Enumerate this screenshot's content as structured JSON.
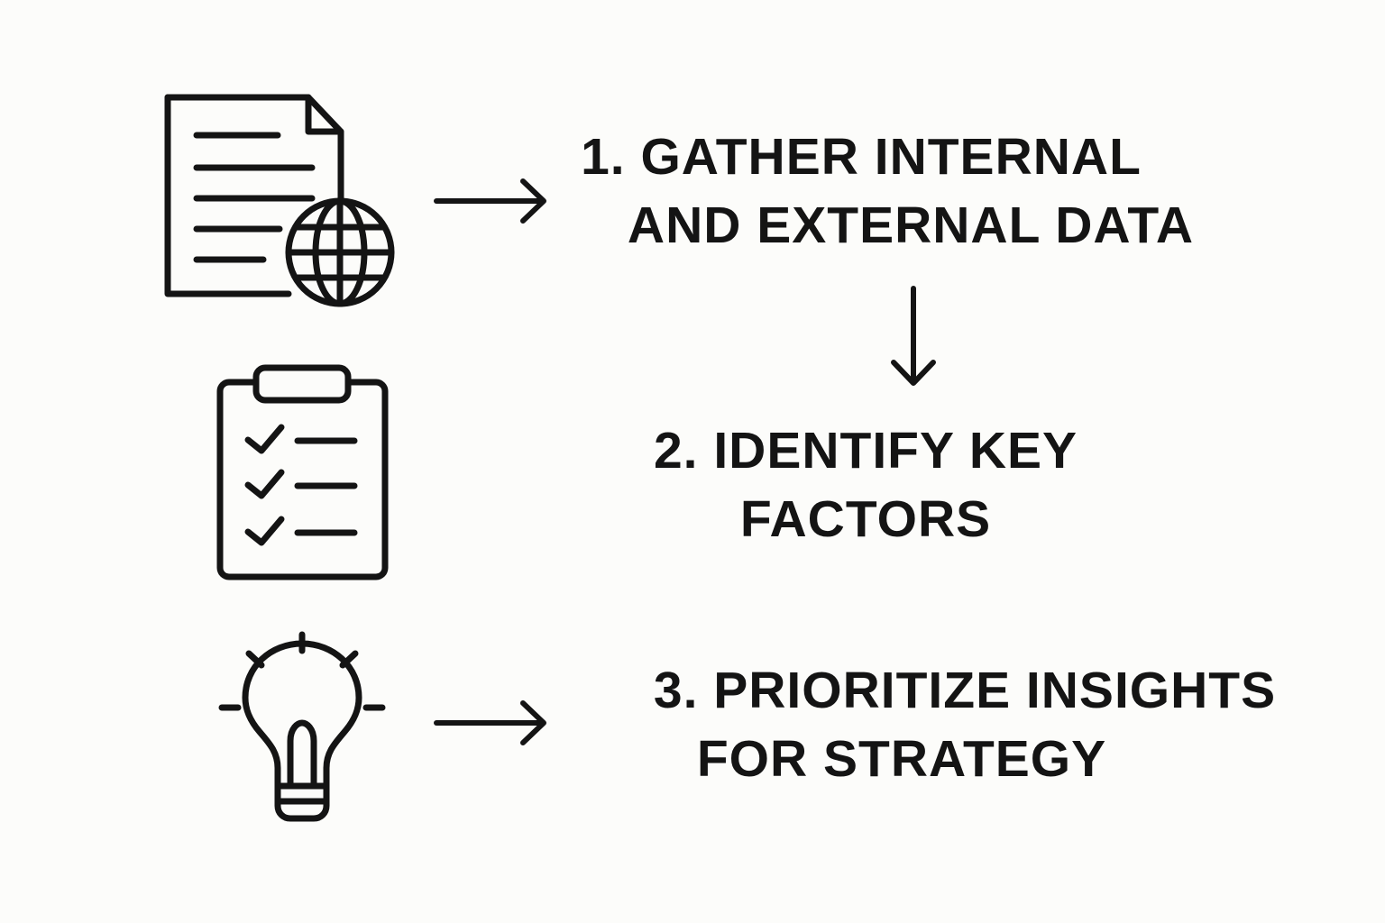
{
  "steps": [
    {
      "lines": [
        "1. GATHER INTERNAL",
        "AND EXTERNAL DATA"
      ],
      "icon": "document-globe-icon"
    },
    {
      "lines": [
        "2. IDENTIFY KEY",
        "FACTORS"
      ],
      "icon": "clipboard-checklist-icon"
    },
    {
      "lines": [
        "3. PRIORITIZE INSIGHTS",
        "FOR STRATEGY"
      ],
      "icon": "lightbulb-icon"
    }
  ],
  "connectors": [
    "right-arrow-icon",
    "down-arrow-icon",
    "right-arrow-icon"
  ],
  "colors": {
    "background": "#fcfcfa",
    "ink": "#141414"
  }
}
